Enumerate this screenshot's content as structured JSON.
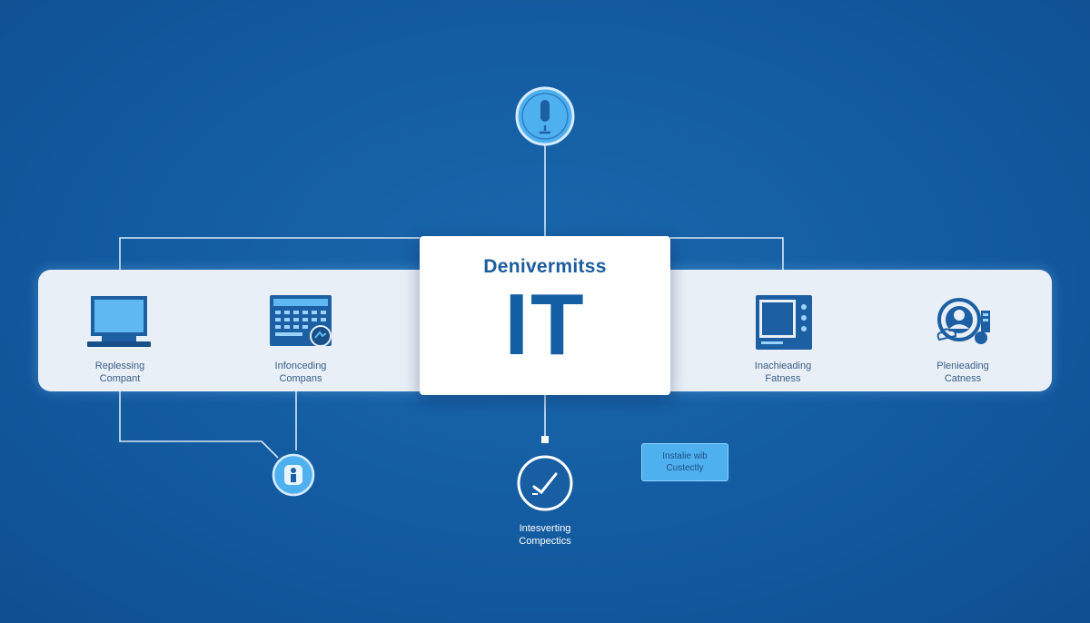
{
  "center": {
    "title": "Denivermitss",
    "logo_text": "IT"
  },
  "nodes": [
    {
      "id": "left-1",
      "label_line1": "Replessing",
      "label_line2": "Compant",
      "icon": "laptop-icon"
    },
    {
      "id": "left-2",
      "label_line1": "Infonceding",
      "label_line2": "Compans",
      "icon": "dashboard-screen-icon"
    },
    {
      "id": "right-1",
      "label_line1": "Inachieading",
      "label_line2": "Fatness",
      "icon": "monitor-panel-icon"
    },
    {
      "id": "right-2",
      "label_line1": "Plenieading",
      "label_line2": "Catness",
      "icon": "support-agent-icon"
    }
  ],
  "badges": [
    {
      "id": "top",
      "icon": "microphone-icon"
    },
    {
      "id": "user",
      "icon": "user-icon"
    },
    {
      "id": "check",
      "icon": "checkmark-icon"
    }
  ],
  "below_label": {
    "line1": "Intesverting",
    "line2": "Compectics"
  },
  "tag": {
    "line1": "Instalie wib",
    "line2": "Custectly"
  },
  "colors": {
    "background": "#135ba0",
    "band": "#e8eff7",
    "card": "#ffffff",
    "accent": "#145ea3",
    "badge_glow": "#4fb0ef",
    "connector": "#d8e8f8"
  }
}
